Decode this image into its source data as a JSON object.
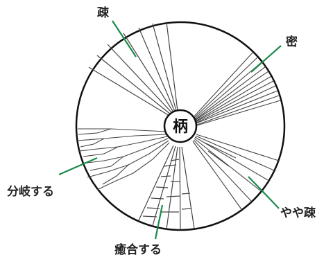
{
  "labels": {
    "sparse": "疎",
    "dense": "密",
    "somewhat_sparse": "やや疎",
    "branching": "分岐する",
    "anastomosing": "癒合する",
    "handle": "柄"
  },
  "colors": {
    "background": "#ffffff",
    "outline": "#111111",
    "vein": "#444444",
    "leader": "#1a8a4a",
    "text": "#222222"
  }
}
